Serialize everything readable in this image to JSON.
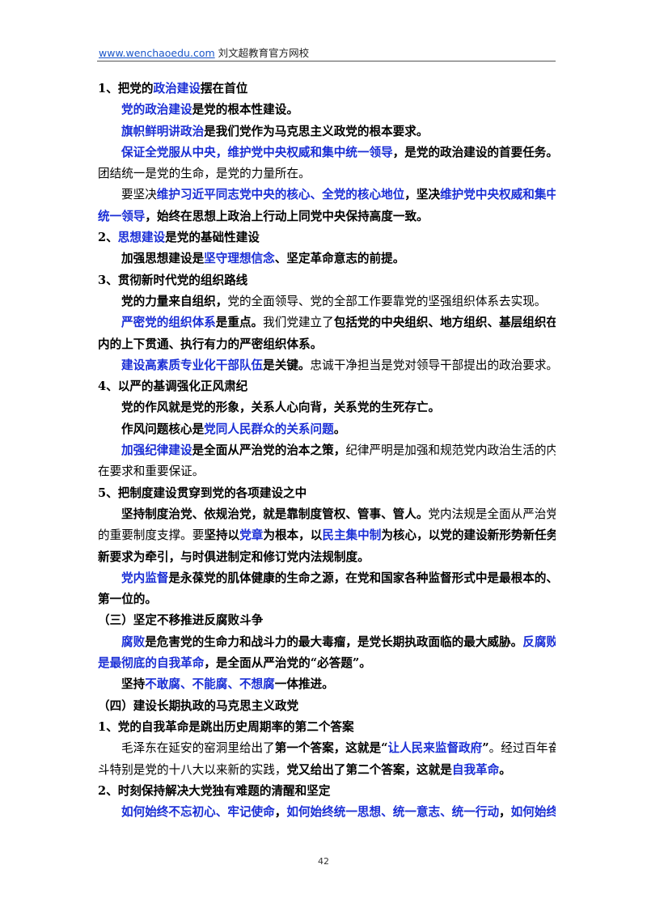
{
  "header": {
    "url": "www.wenchaoedu.com",
    "site_name": "刘文超教育官方网校"
  },
  "page_number": "42",
  "lines": [
    {
      "indent": false,
      "segs": [
        {
          "t": "1、把党的",
          "b": true
        },
        {
          "t": "政治建设",
          "b": true,
          "c": true
        },
        {
          "t": "摆在首位",
          "b": true
        }
      ]
    },
    {
      "indent": true,
      "segs": [
        {
          "t": "党的政治建设",
          "b": true,
          "c": true
        },
        {
          "t": "是党的根本性建设。",
          "b": true
        }
      ]
    },
    {
      "indent": true,
      "segs": [
        {
          "t": "旗帜鲜明讲政治",
          "b": true,
          "c": true
        },
        {
          "t": "是我们党作为马克思主义政党的根本要求。",
          "b": true
        }
      ]
    },
    {
      "indent": true,
      "segs": [
        {
          "t": "保证全党服从中央，维护党中央权威和集中统一领导",
          "b": true,
          "c": true
        },
        {
          "t": "，是党的政治建设的首要任务。",
          "b": true
        }
      ]
    },
    {
      "indent": false,
      "segs": [
        {
          "t": "团结统一是党的生命，是党的力量所在。"
        }
      ]
    },
    {
      "indent": true,
      "segs": [
        {
          "t": "要坚决"
        },
        {
          "t": "维护习近平同志党中央的核心、全党的核心地位",
          "b": true,
          "c": true
        },
        {
          "t": "，坚决",
          "b": true
        },
        {
          "t": "维护党中央权威和集中",
          "b": true,
          "c": true
        }
      ]
    },
    {
      "indent": false,
      "segs": [
        {
          "t": "统一领导",
          "b": true,
          "c": true
        },
        {
          "t": "，始终在思想上政治上行动上同党中央保持高度一致。",
          "b": true
        }
      ]
    },
    {
      "indent": false,
      "segs": [
        {
          "t": "2、",
          "b": true
        },
        {
          "t": "思想建设",
          "b": true,
          "c": true
        },
        {
          "t": "是党的基础性建设",
          "b": true
        }
      ]
    },
    {
      "indent": true,
      "segs": [
        {
          "t": "加强思想建设是",
          "b": true
        },
        {
          "t": "坚守理想信念",
          "b": true,
          "c": true
        },
        {
          "t": "、坚定革命意志的前提。",
          "b": true
        }
      ]
    },
    {
      "indent": false,
      "segs": [
        {
          "t": "3、贯彻新时代党的组织路线",
          "b": true
        }
      ]
    },
    {
      "indent": true,
      "segs": [
        {
          "t": "党的力量来自组织，",
          "b": true
        },
        {
          "t": "党的全面领导、党的全部工作要靠党的坚强组织体系去实现。"
        }
      ]
    },
    {
      "indent": true,
      "segs": [
        {
          "t": "严密党的组织体系",
          "b": true,
          "c": true
        },
        {
          "t": "是重点。",
          "b": true
        },
        {
          "t": "我们党建立了"
        },
        {
          "t": "包括党的中央组织、地方组织、基层组织在",
          "b": true
        }
      ]
    },
    {
      "indent": false,
      "segs": [
        {
          "t": "内的上下贯通、执行有力的严密组织体系。",
          "b": true
        }
      ]
    },
    {
      "indent": true,
      "segs": [
        {
          "t": "建设高素质专业化干部队伍",
          "b": true,
          "c": true
        },
        {
          "t": "是关键。",
          "b": true
        },
        {
          "t": "忠诚干净担当是党对领导干部提出的政治要求。"
        }
      ]
    },
    {
      "indent": false,
      "segs": [
        {
          "t": "4、以严的基调强化正风肃纪",
          "b": true
        }
      ]
    },
    {
      "indent": true,
      "segs": [
        {
          "t": "党的作风就是党的形象，关系人心向背，关系党的生死存亡。",
          "b": true
        }
      ]
    },
    {
      "indent": true,
      "segs": [
        {
          "t": "作风问题核心是",
          "b": true
        },
        {
          "t": "党同人民群众的关系问题",
          "b": true,
          "c": true
        },
        {
          "t": "。",
          "b": true
        }
      ]
    },
    {
      "indent": true,
      "segs": [
        {
          "t": "加强纪律建设",
          "b": true,
          "c": true
        },
        {
          "t": "是全面从严治党的治本之策，",
          "b": true
        },
        {
          "t": "纪律严明是加强和规范党内政治生活的内"
        }
      ]
    },
    {
      "indent": false,
      "segs": [
        {
          "t": "在要求和重要保证。"
        }
      ]
    },
    {
      "indent": false,
      "segs": [
        {
          "t": "5、把制度建设贯穿到党的各项建设之中",
          "b": true
        }
      ]
    },
    {
      "indent": true,
      "segs": [
        {
          "t": "坚持制度治党、依规治党，就是靠制度管权、管事、管人。",
          "b": true
        },
        {
          "t": "党内法规是全面从严治党"
        }
      ]
    },
    {
      "indent": false,
      "segs": [
        {
          "t": "的重要制度支撑。要"
        },
        {
          "t": "坚持以",
          "b": true
        },
        {
          "t": "党章",
          "b": true,
          "c": true
        },
        {
          "t": "为根本，以",
          "b": true
        },
        {
          "t": "民主集中制",
          "b": true,
          "c": true
        },
        {
          "t": "为核心，以党的建设新形势新任务",
          "b": true
        }
      ]
    },
    {
      "indent": false,
      "segs": [
        {
          "t": "新要求为牵引，与时俱进制定和修订党内法规制度。",
          "b": true
        }
      ]
    },
    {
      "indent": true,
      "segs": [
        {
          "t": "党内监督",
          "b": true,
          "c": true
        },
        {
          "t": "是永葆党的肌体健康的生命之源，在党和国家各种监督形式中是最根本的、",
          "b": true
        }
      ]
    },
    {
      "indent": false,
      "segs": [
        {
          "t": "第一位的。",
          "b": true
        }
      ]
    },
    {
      "indent": false,
      "segs": [
        {
          "t": "（三）坚定不移推进反腐败斗争",
          "b": true
        }
      ]
    },
    {
      "indent": true,
      "segs": [
        {
          "t": "腐败",
          "b": true,
          "c": true
        },
        {
          "t": "是危害党的生命力和战斗力的最大毒瘤，是党长期执政面临的最大威胁。",
          "b": true
        },
        {
          "t": "反腐败",
          "b": true,
          "c": true
        }
      ]
    },
    {
      "indent": false,
      "segs": [
        {
          "t": "是最彻底的自我革命",
          "b": true,
          "c": true
        },
        {
          "t": "，是全面从严治党的“必答题”。",
          "b": true
        }
      ]
    },
    {
      "indent": true,
      "segs": [
        {
          "t": "坚持",
          "b": true
        },
        {
          "t": "不敢腐、不能腐、不想腐",
          "b": true,
          "c": true
        },
        {
          "t": "一体推进。",
          "b": true
        }
      ]
    },
    {
      "indent": false,
      "segs": [
        {
          "t": "（四）建设长期执政的马克思主义政党",
          "b": true
        }
      ]
    },
    {
      "indent": false,
      "segs": [
        {
          "t": "1、党的自我革命是跳出历史周期率的第二个答案",
          "b": true
        }
      ]
    },
    {
      "indent": true,
      "segs": [
        {
          "t": "毛泽东在延安的窑洞里给出了"
        },
        {
          "t": "第一个答案，这就是“",
          "b": true
        },
        {
          "t": "让人民来监督政府",
          "b": true,
          "c": true
        },
        {
          "t": "”",
          "b": true
        },
        {
          "t": "。经过百年奋"
        }
      ]
    },
    {
      "indent": false,
      "segs": [
        {
          "t": "斗特别是党的十八大以来新的实践，"
        },
        {
          "t": "党又给出了第二个答案，这就是",
          "b": true
        },
        {
          "t": "自我革命",
          "b": true,
          "c": true
        },
        {
          "t": "。",
          "b": true
        }
      ]
    },
    {
      "indent": false,
      "segs": [
        {
          "t": "2、时刻保持解决大党独有难题的清醒和坚定",
          "b": true
        }
      ]
    },
    {
      "indent": true,
      "segs": [
        {
          "t": "如何始终不忘初心、牢记使命",
          "b": true,
          "c": true
        },
        {
          "t": "，",
          "b": true
        },
        {
          "t": "如何始终统一思想、统一意志、统一行动",
          "b": true,
          "c": true
        },
        {
          "t": "，",
          "b": true
        },
        {
          "t": "如何始终",
          "b": true,
          "c": true
        }
      ]
    }
  ]
}
